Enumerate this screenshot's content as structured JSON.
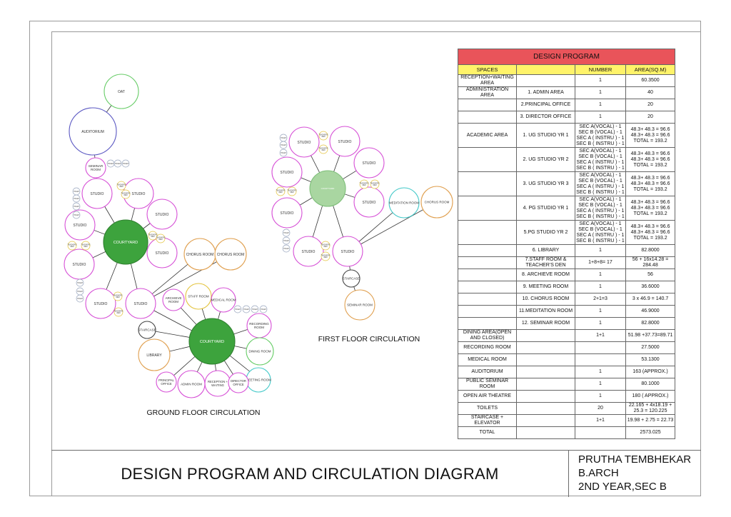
{
  "sheet": {
    "title": "DESIGN PROGRAM AND CIRCULATION DIAGRAM",
    "author": [
      "PRUTHA TEMBHEKAR",
      "B.ARCH",
      "2ND YEAR,SEC B"
    ]
  },
  "colors": {
    "courtyard": "#3da33d",
    "courtyard_first": "#a9d6a1",
    "studio": "#d64fd6",
    "teacher_den": "#e3c33c",
    "toilet": "#9aa7bf",
    "auditorium": "#5a57c2",
    "oat": "#66cc66",
    "chorus": "#e0a050",
    "meditation": "#40c8c8",
    "table_title": "#e9545a",
    "table_header": "#fff36a"
  },
  "ground": {
    "caption": "GROUND FLOOR CIRCULATION",
    "oat": "OAT",
    "auditorium": "AUDITORIUM",
    "seminar": "SEMINAR ROOM",
    "toilet": "TOILET",
    "teacher_den": "TEACHER'S DEN",
    "courtyard": "COURTYARD",
    "studio": "STUDIO",
    "chorus": "CHORUS ROOM",
    "staff": "STAFF ROOM",
    "medical": "MEDICAL ROOM",
    "archieve": "ARCHIEVE ROOM",
    "recording": "RECORDING ROOM",
    "dining": "DINING ROOM",
    "meeting": "MEETING ROOM",
    "staircase": "STAIRCASE",
    "library": "LIBRARY",
    "principal": "PRINCIPAL OFFICE",
    "admin": "ADMIN ROOM",
    "reception": "RECEPTION + WAITING",
    "director": "DIRECTOR OFFICE"
  },
  "first": {
    "caption": "FIRST FLOOR CIRCULATION",
    "courtyard": "COURTYARD",
    "studio": "STUDIO",
    "teacher_den": "TEACHER'S DEN",
    "toilet": "TOILET",
    "meditation": "MEDITATION ROOM",
    "chorus": "CHORUS ROOM",
    "staircase": "STAIRCASE",
    "seminar": "SEMINAR ROOM"
  },
  "program": {
    "title": "DESIGN PROGRAM",
    "headers": [
      "SPACES",
      "",
      "NUMBER",
      "AREA(SQ.M)"
    ],
    "rows": [
      [
        "RECEPTION+WAITING AREA",
        "",
        "1",
        "60.3500"
      ],
      [
        "ADMINISTRATION AREA",
        "1. ADMIN AREA",
        "1",
        "40"
      ],
      [
        "",
        "2.PRINCIPAL OFFICE",
        "1",
        "20"
      ],
      [
        "",
        "3. DIRECTOR OFFICE",
        "1",
        "20"
      ],
      [
        "ACADEMIC AREA",
        "1. UG STUDIO YR 1",
        "SEC A(VOCAL) - 1\nSEC B (VOCAL) - 1\nSEC A ( INSTRU ) - 1\nSEC B ( INSTRU ) - 1",
        "48.3+ 48.3 = 96.6\n48.3+ 48.3 = 96.6\nTOTAL = 193.2"
      ],
      [
        "",
        "2. UG STUDIO YR 2",
        "SEC A(VOCAL) - 1\nSEC B (VOCAL) - 1\nSEC A ( INSTRU ) - 1\nSEC B ( INSTRU ) - 1",
        "48.3+ 48.3 = 96.6\n48.3+ 48.3 = 96.6\nTOTAL = 193.2"
      ],
      [
        "",
        "3. UG STUDIO YR 3",
        "SEC A(VOCAL) - 1\nSEC B (VOCAL) - 1\nSEC A ( INSTRU ) - 1\nSEC B ( INSTRU ) - 1",
        "48.3+ 48.3 = 96.6\n48.3+ 48.3 = 96.6\nTOTAL = 193.2"
      ],
      [
        "",
        "4. PG STUDIO YR 1",
        "SEC A(VOCAL) - 1\nSEC B (VOCAL) - 1\nSEC A ( INSTRU ) - 1\nSEC B ( INSTRU ) - 1",
        "48.3+ 48.3 = 96.6\n48.3+ 48.3 = 96.6\nTOTAL = 193.2"
      ],
      [
        "",
        "5.PG STUDIO YR 2",
        "SEC A(VOCAL) - 1\nSEC B (VOCAL) - 1\nSEC A ( INSTRU ) - 1\nSEC B ( INSTRU ) - 1",
        "48.3+ 48.3 = 96.6\n48.3+ 48.3 = 96.6\nTOTAL = 193.2"
      ],
      [
        "",
        "6. LIBRARY",
        "1",
        "82.8000"
      ],
      [
        "",
        "7.STAFF ROOM & TEACHER'S DEN",
        "1+8+8= 17",
        "56 + 16x14.28 = 284.48"
      ],
      [
        "",
        "8. ARCHIEVE ROOM",
        "1",
        "56"
      ],
      [
        "",
        "9. MEETING ROOM",
        "1",
        "36.6000"
      ],
      [
        "",
        "10. CHORUS ROOM",
        "2+1=3",
        "3 x 46.9 = 140.7"
      ],
      [
        "",
        "11.MEDITATION ROOM",
        "1",
        "46.9000"
      ],
      [
        "",
        "12. SEMINAR ROOM",
        "1",
        "82.8000"
      ],
      [
        "DINING AREA(OPEN AND CLOSED)",
        "",
        "1+1",
        "51.98 +37.73=89.71"
      ],
      [
        "RECORDING ROOM",
        "",
        "",
        "27.5000"
      ],
      [
        "MEDICAL ROOM",
        "",
        "",
        "53.1300"
      ],
      [
        "AUDITORIUM",
        "",
        "1",
        "163 (APPROX.)"
      ],
      [
        "PUBLIC SEMINAR ROOM",
        "",
        "1",
        "80.1000"
      ],
      [
        "OPEN AIR THEATRE",
        "",
        "1",
        "180 ( APPROX.)"
      ],
      [
        "TOILETS",
        "",
        "20",
        "22.165 + 4x18.19 + 25.3 = 120.225"
      ],
      [
        "STAIRCASE + ELEVATOR",
        "",
        "1+1",
        "19.98 + 2.75 = 22.73"
      ],
      [
        "TOTAL",
        "",
        "",
        "2573.025"
      ]
    ]
  }
}
